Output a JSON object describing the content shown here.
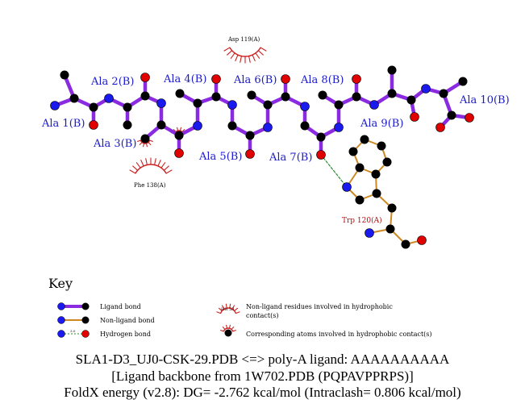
{
  "colors": {
    "ligand_bond": "#8a2be2",
    "non_ligand_bond": "#cc8822",
    "hydrogen_bond": "#2e8b2e",
    "hydrophobic": "#cc2222",
    "ligand_label": "#1a1acc",
    "protein_label": "#b01010",
    "carbon": "#000000",
    "nitrogen": "#1a1aee",
    "oxygen": "#e00000"
  },
  "ligand_residues": [
    {
      "label": "Ala 1(B)"
    },
    {
      "label": "Ala 2(B)"
    },
    {
      "label": "Ala 3(B)"
    },
    {
      "label": "Ala 4(B)"
    },
    {
      "label": "Ala 5(B)"
    },
    {
      "label": "Ala 6(B)"
    },
    {
      "label": "Ala 7(B)"
    },
    {
      "label": "Ala 8(B)"
    },
    {
      "label": "Ala 9(B)"
    },
    {
      "label": "Ala 10(B)"
    }
  ],
  "protein_residues": [
    {
      "label": "Trp 120(A)"
    }
  ],
  "hydrophobic_residues": [
    {
      "label": "Asp 119(A)"
    },
    {
      "label": "Phe 138(A)"
    }
  ],
  "key": {
    "title": "Key",
    "ligand_bond": "Ligand bond",
    "non_ligand_bond": "Non-ligand bond",
    "hydrogen_bond": "Hydrogen bond",
    "hb_length": "3.0",
    "hydrophobic_example": "His 53",
    "hydrophobic_line1": "Non-ligand residues involved in hydrophobic",
    "hydrophobic_line2": "contact(s)",
    "corresponding_atoms": "Corresponding atoms involved in hydrophobic contact(s)"
  },
  "footer": {
    "line1": "SLA1-D3_UJ0-CSK-29.PDB <=> poly-A ligand: AAAAAAAAAA",
    "line2": "[Ligand backbone from 1W702.PDB (PQPAVPPRPS)]",
    "line3": "FoldX energy (v2.8): DG= -2.762 kcal/mol (Intraclash= 0.806 kcal/mol)"
  }
}
